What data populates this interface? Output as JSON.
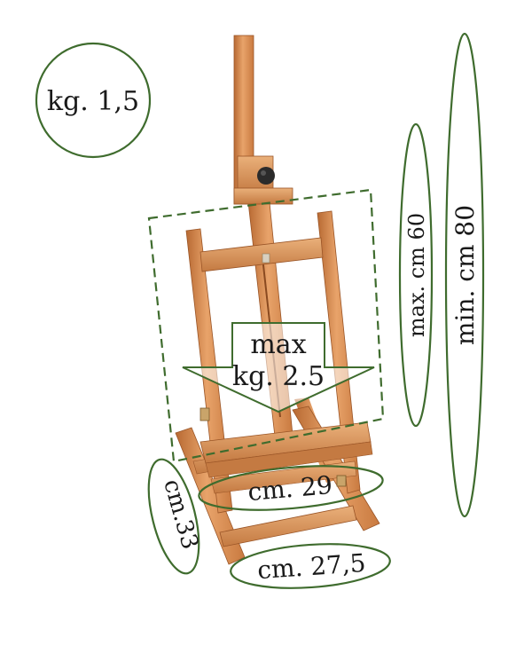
{
  "product": "tabletop easel",
  "annotations": {
    "weight": "kg. 1,5",
    "max_load_line1": "max",
    "max_load_line2": "kg. 2.5",
    "max_height": "max. cm 60",
    "min_height": "min. cm 80",
    "width_front": "cm. 29",
    "width_base": "cm. 27,5",
    "depth": "cm.33"
  },
  "colors": {
    "annotation_outline": "#3f6c2e",
    "wood_light": "#e8a36a",
    "wood_mid": "#d4864c",
    "wood_dark": "#a85f2e",
    "knob": "#2b2b2b",
    "background": "#ffffff"
  }
}
